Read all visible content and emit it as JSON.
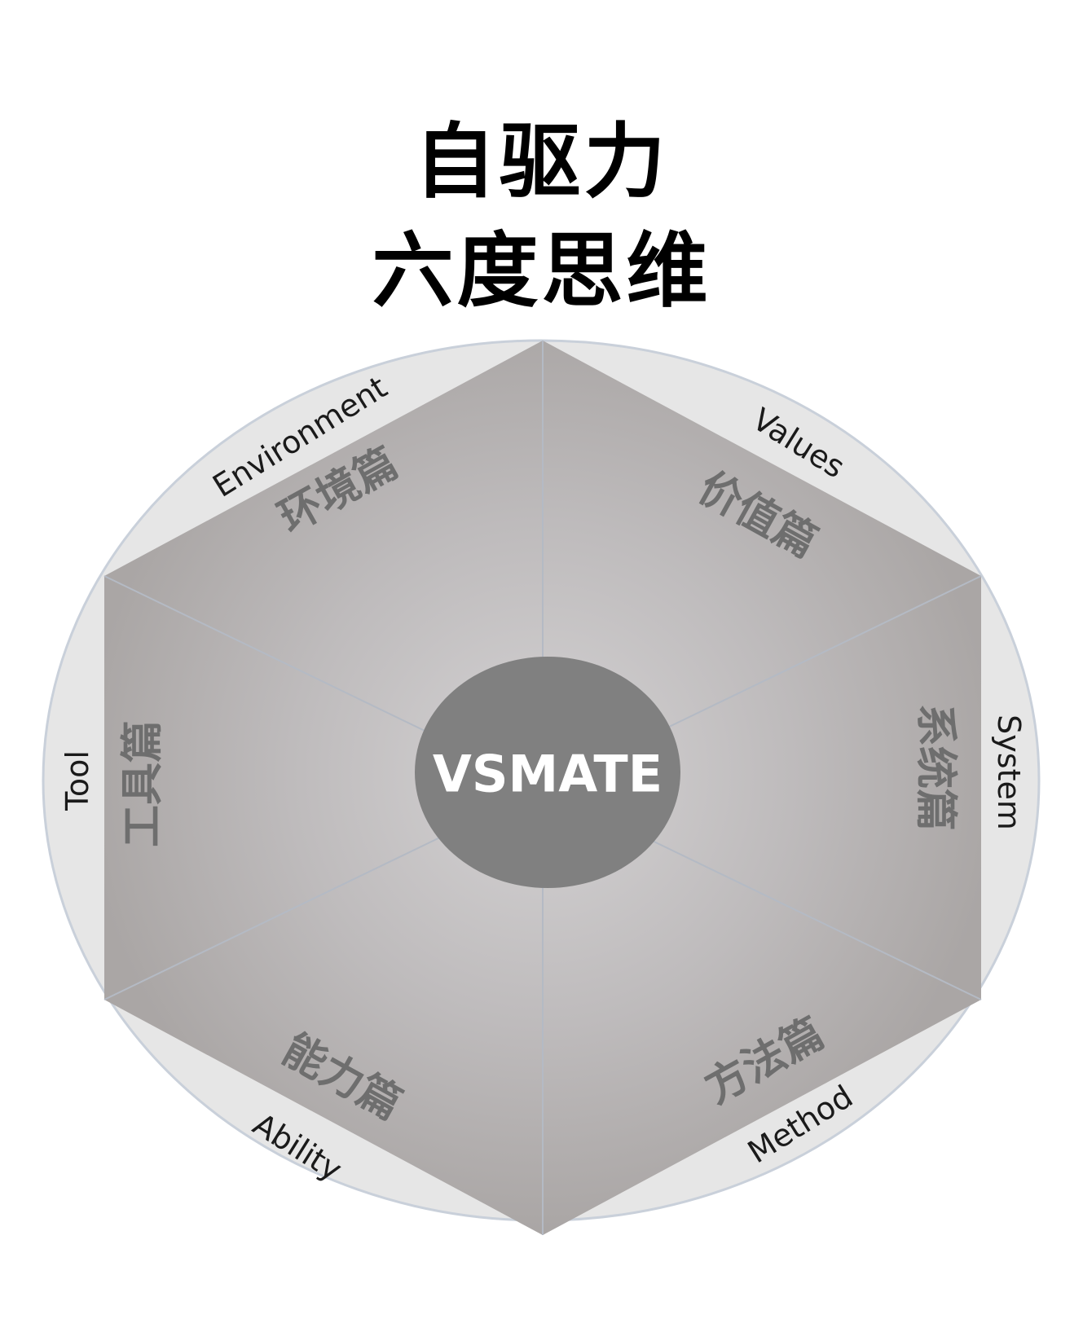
{
  "title": {
    "line1": "自驱力",
    "line2": "六度思维"
  },
  "center": {
    "label": "VSMATE"
  },
  "segments": [
    {
      "cn": "价值篇",
      "en": "Values"
    },
    {
      "cn": "系统篇",
      "en": "System"
    },
    {
      "cn": "方法篇",
      "en": "Method"
    },
    {
      "cn": "能力篇",
      "en": "Ability"
    },
    {
      "cn": "工具篇",
      "en": "Tool"
    },
    {
      "cn": "环境篇",
      "en": "Environment"
    }
  ],
  "colors": {
    "outer_ring": "#e6e6e6",
    "ring_stroke": "#c9d0da",
    "hexagon_edge": "#aba7a6",
    "hexagon_center": "#cfcdce",
    "spoke": "#b4bac4",
    "center_fill": "#808080",
    "center_text": "#ffffff",
    "segment_text": "#6e6e6e",
    "outer_text": "#1a1a1a",
    "title_text": "#000000"
  }
}
